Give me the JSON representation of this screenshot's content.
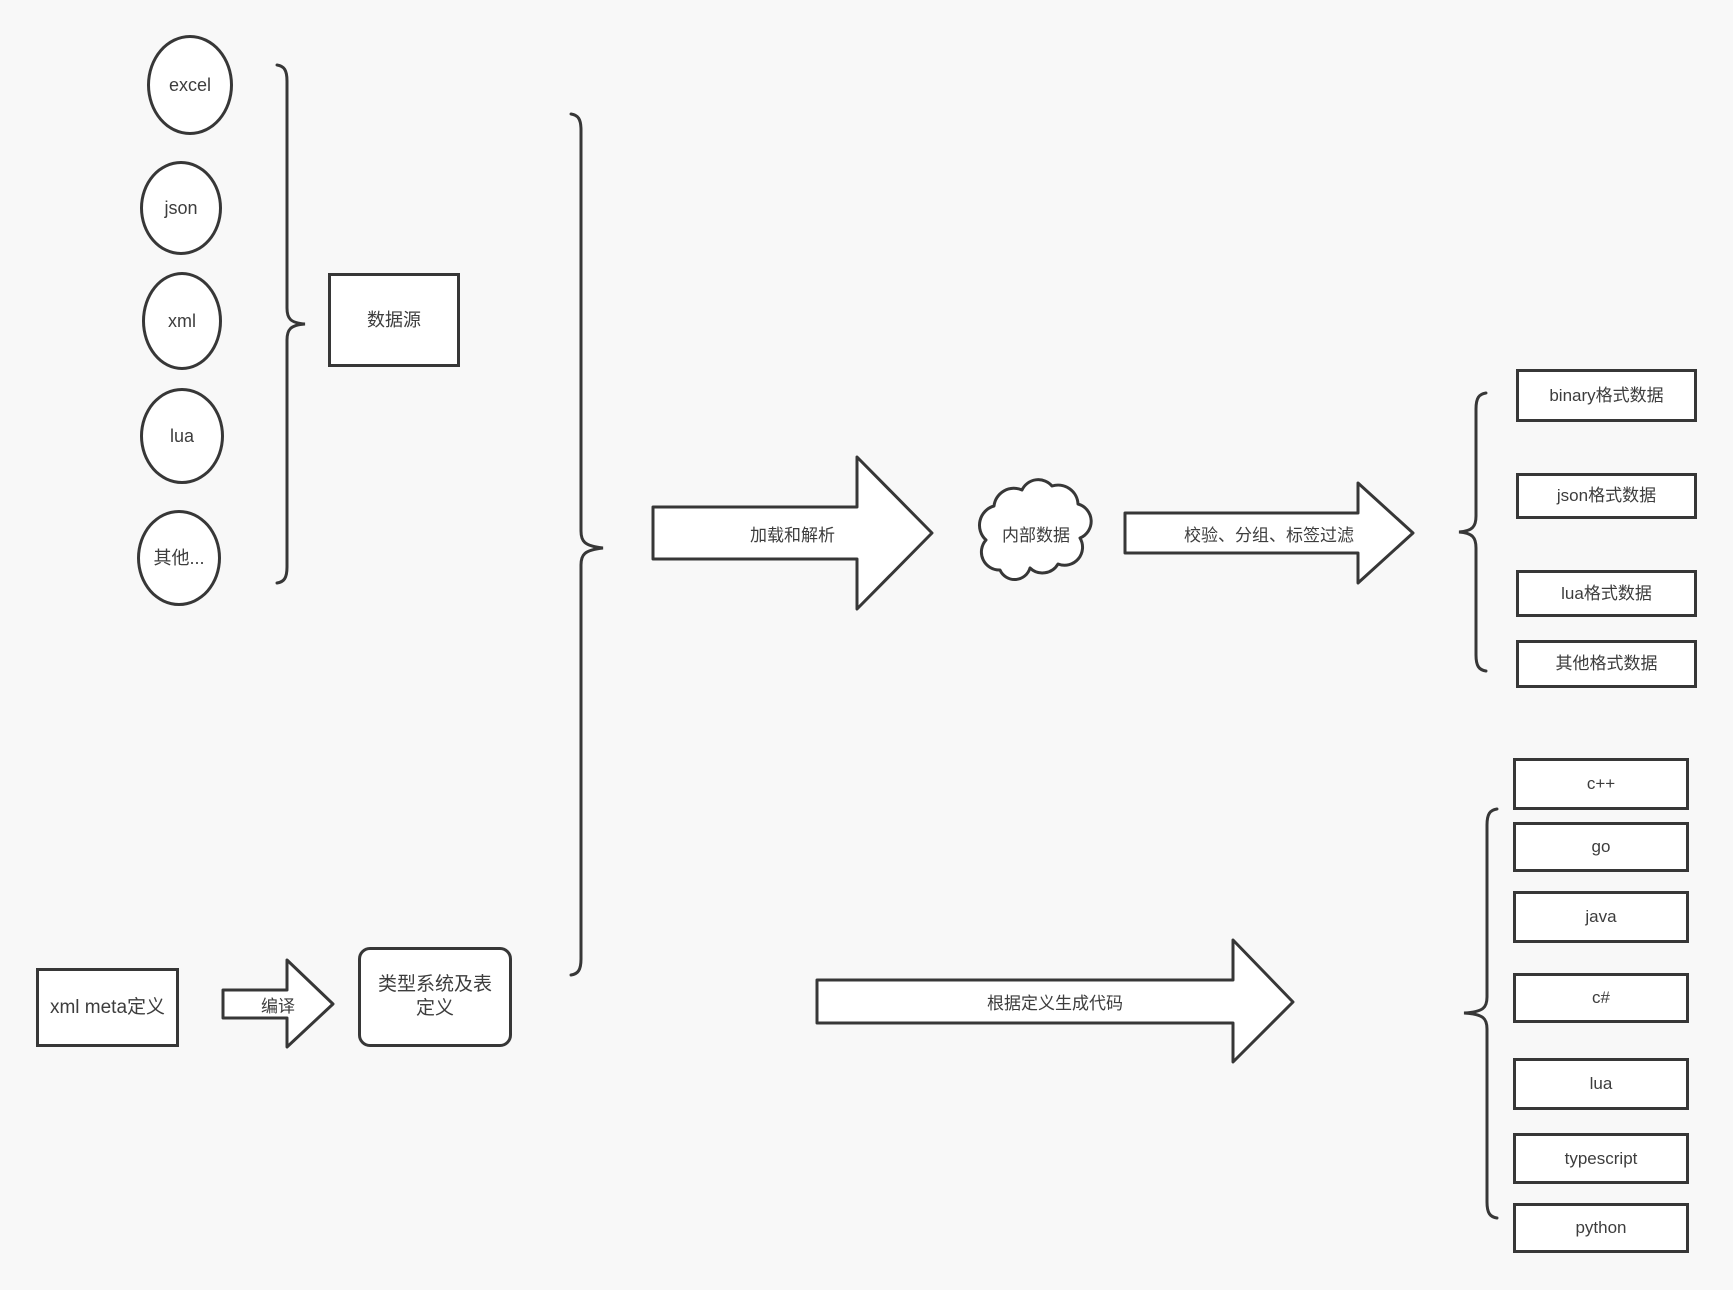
{
  "colors": {
    "background": "#f8f8f8",
    "stroke": "#373737",
    "text": "#3d3d3d",
    "fill": "#ffffff"
  },
  "sources": {
    "items": [
      "excel",
      "json",
      "xml",
      "lua",
      "其他..."
    ],
    "group_label": "数据源"
  },
  "pipeline": {
    "load_arrow_label": "加载和解析",
    "internal_data_label": "内部数据",
    "filter_arrow_label": "校验、分组、标签过滤"
  },
  "outputs": {
    "formats": [
      "binary格式数据",
      "json格式数据",
      "lua格式数据",
      "其他格式数据"
    ],
    "languages": [
      "c++",
      "go",
      "java",
      "c#",
      "lua",
      "typescript",
      "python"
    ]
  },
  "meta_flow": {
    "xml_meta_label": "xml meta定义",
    "compile_arrow_label": "编译",
    "type_system_label": "类型系统及表定义",
    "codegen_arrow_label": "根据定义生成代码"
  }
}
